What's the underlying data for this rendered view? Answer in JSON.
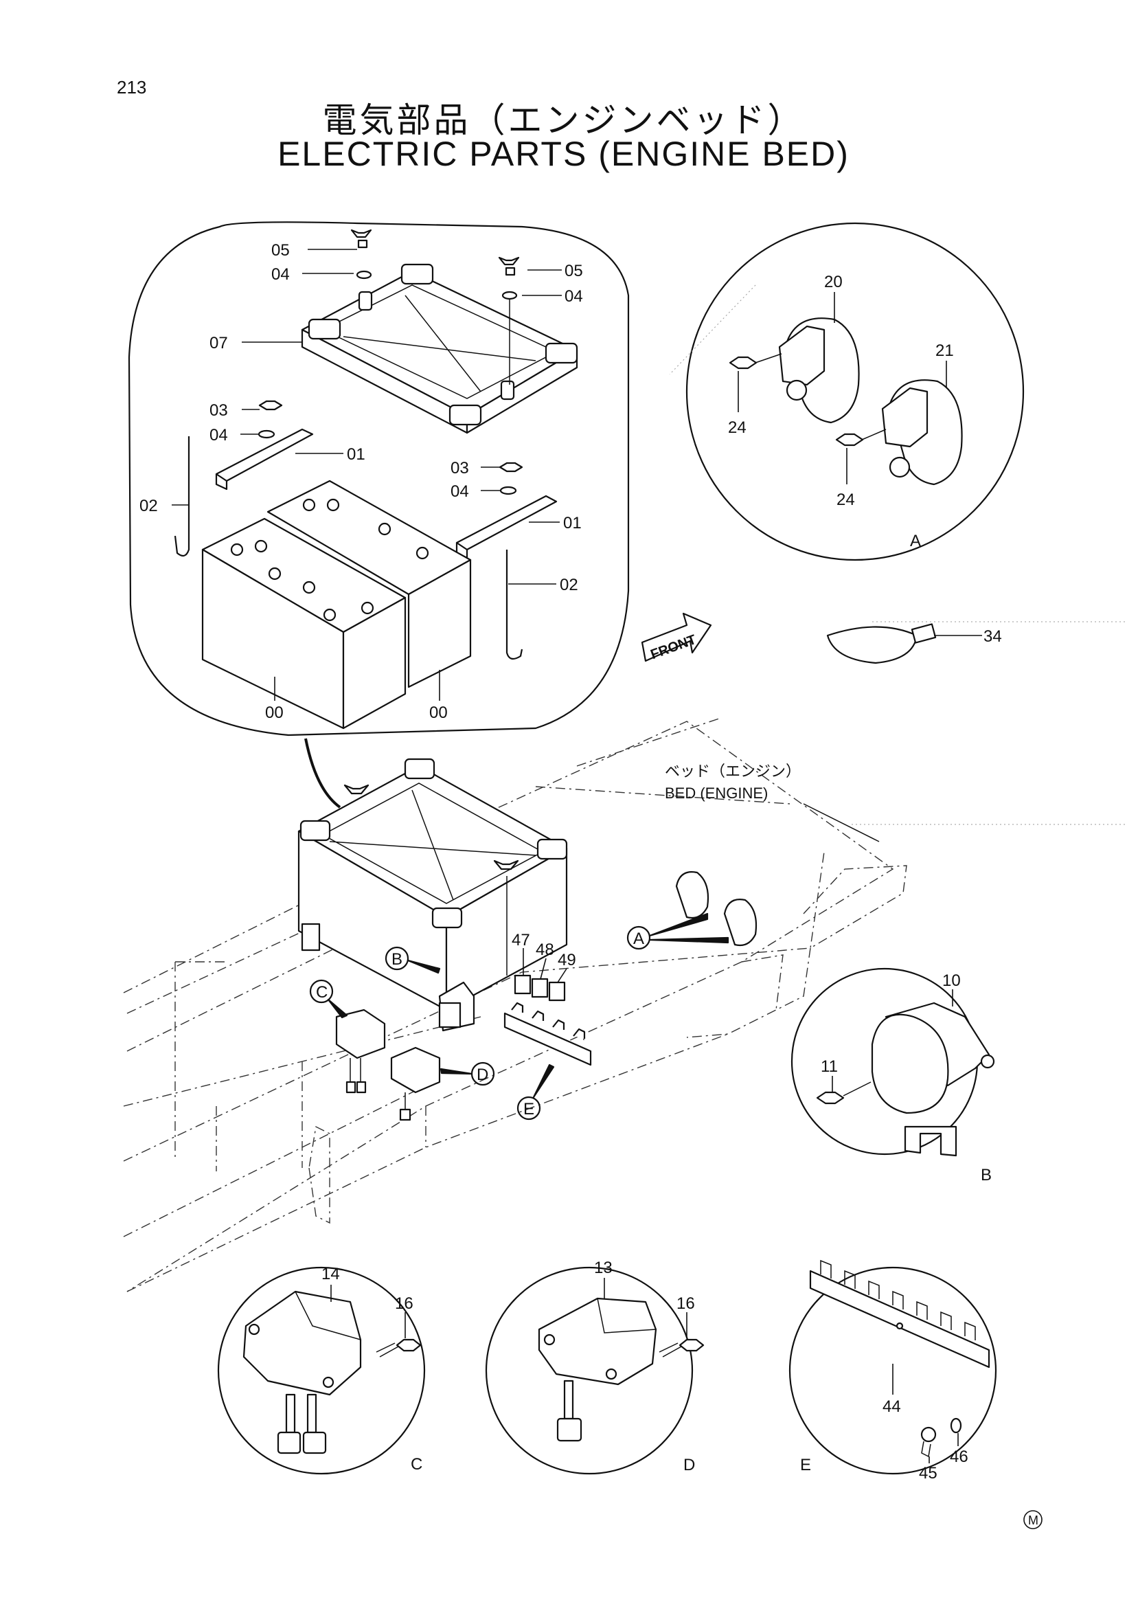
{
  "page_number": "213",
  "title_jp": "電気部品（エンジンベッド）",
  "title_en": "ELECTRIC PARTS (ENGINE BED)",
  "bed_label_jp": "ベッド（エンジン）",
  "bed_label_en": "BED (ENGINE)",
  "front_label": "FRONT",
  "corner_mark": "M",
  "detail_letters": {
    "a": "A",
    "b": "B",
    "c": "C",
    "d": "D",
    "e": "E"
  },
  "callout_letters": {
    "a": "A",
    "b": "B",
    "c": "C",
    "d": "D",
    "e": "E"
  },
  "battery_parts": {
    "p05a": "05",
    "p04a": "04",
    "p05b": "05",
    "p04b": "04",
    "p07": "07",
    "p03a": "03",
    "p04c": "04",
    "p01a": "01",
    "p02a": "02",
    "p03b": "03",
    "p04d": "04",
    "p01b": "01",
    "p02b": "02",
    "p00a": "00",
    "p00b": "00"
  },
  "horn_parts": {
    "p20": "20",
    "p21": "21",
    "p24a": "24",
    "p24b": "24"
  },
  "tie_part": {
    "p34": "34"
  },
  "relay_parts": {
    "p47": "47",
    "p48": "48",
    "p49": "49"
  },
  "detail_b_parts": {
    "p10": "10",
    "p11": "11"
  },
  "detail_c_parts": {
    "p14": "14",
    "p16": "16"
  },
  "detail_d_parts": {
    "p13": "13",
    "p16": "16"
  },
  "detail_e_parts": {
    "p44": "44",
    "p45": "45",
    "p46": "46"
  }
}
